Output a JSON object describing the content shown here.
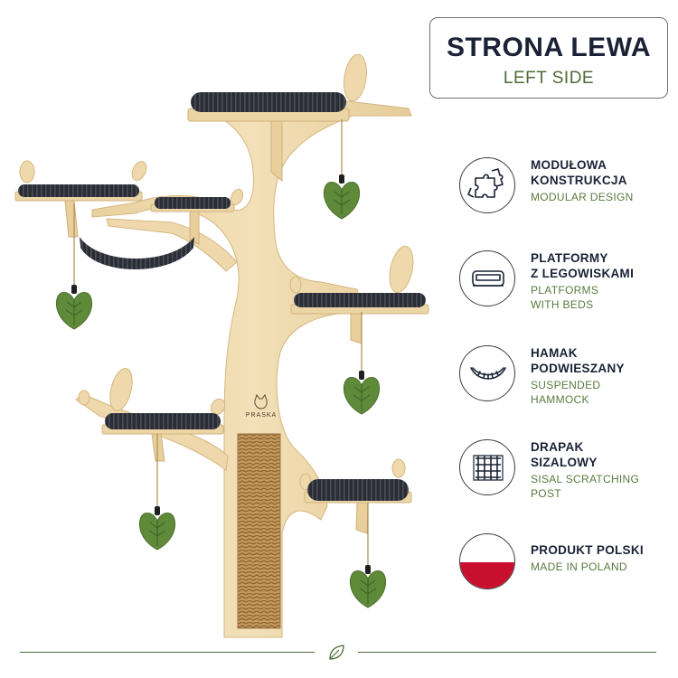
{
  "title": {
    "main": "STRONA LEWA",
    "sub": "LEFT SIDE"
  },
  "features": [
    {
      "icon": "puzzle-icon",
      "pl": "MODUŁOWA\nKONSTRUKCJA",
      "en": "MODULAR DESIGN"
    },
    {
      "icon": "bed-icon",
      "pl": "PLATFORMY\nZ LEGOWISKAMI",
      "en": "PLATFORMS\nWITH BEDS"
    },
    {
      "icon": "hammock-icon",
      "pl": "HAMAK\nPODWIESZANY",
      "en": "SUSPENDED\nHAMMOCK"
    },
    {
      "icon": "sisal-icon",
      "pl": "DRAPAK\nSIZALOWY",
      "en": "SISAL SCRATCHING\nPOST"
    },
    {
      "icon": "polish-flag-icon",
      "pl": "PRODUKT POLSKI",
      "en": "MADE IN POLAND"
    }
  ],
  "product": {
    "brand": "PRASKA"
  },
  "colors": {
    "navy": "#1b2236",
    "green": "#4f6a37",
    "wood": "#efd9ac",
    "cushion": "#2a2c34",
    "leaf": "#5f8a3a",
    "flag_red": "#c8102e"
  }
}
